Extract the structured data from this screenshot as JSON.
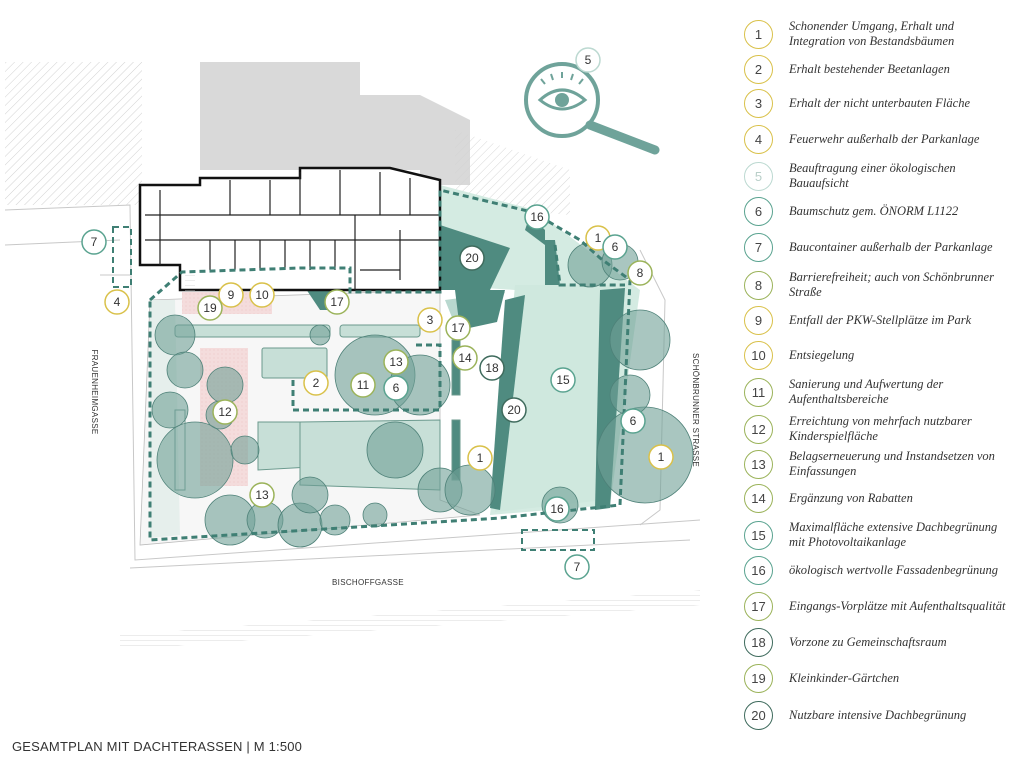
{
  "caption": "GESAMTPLAN MIT DACHTERASSEN | M 1:500",
  "streets": {
    "west": "FRAUENHEIMGASSE",
    "south": "BISCHOFFGASSE",
    "east": "SCHÖNBRUNNER STRASSE"
  },
  "legend": [
    {
      "num": "1",
      "text": "Schonender Umgang, Erhalt und Integration von Bestandsbäumen",
      "style": "gold"
    },
    {
      "num": "2",
      "text": "Erhalt bestehender Beetanlagen",
      "style": "gold"
    },
    {
      "num": "3",
      "text": "Erhalt der nicht unterbauten Fläche",
      "style": "gold"
    },
    {
      "num": "4",
      "text": "Feuerwehr außerhalb der Parkanlage",
      "style": "gold"
    },
    {
      "num": "5",
      "text": "Beauftragung einer ökologischen Bauaufsicht",
      "style": "pale"
    },
    {
      "num": "6",
      "text": "Baumschutz gem. ÖNORM L1122",
      "style": "teal"
    },
    {
      "num": "7",
      "text": "Baucontainer außerhalb der Parkanlage",
      "style": "teal"
    },
    {
      "num": "8",
      "text": "Barrierefreiheit; auch von Schönbrunner Straße",
      "style": "olive"
    },
    {
      "num": "9",
      "text": "Entfall der PKW-Stellplätze im Park",
      "style": "gold"
    },
    {
      "num": "10",
      "text": "Entsiegelung",
      "style": "gold"
    },
    {
      "num": "11",
      "text": "Sanierung und Aufwertung der Aufenthaltsbereiche",
      "style": "olive"
    },
    {
      "num": "12",
      "text": "Erreichtung von mehrfach nutzbarer Kinderspielfläche",
      "style": "olive"
    },
    {
      "num": "13",
      "text": "Belagserneuerung und Instandsetzen von Einfassungen",
      "style": "olive"
    },
    {
      "num": "14",
      "text": "Ergänzung von Rabatten",
      "style": "olive"
    },
    {
      "num": "15",
      "text": "Maximalfläche extensive Dachbegrünung mit Photovoltaikanlage",
      "style": "teal"
    },
    {
      "num": "16",
      "text": "ökologisch wertvolle Fassadenbegrünung",
      "style": "teal"
    },
    {
      "num": "17",
      "text": "Eingangs-Vorplätze mit Aufenthaltsqualität",
      "style": "olive"
    },
    {
      "num": "18",
      "text": "Vorzone zu Gemeinschaftsraum",
      "style": "dark"
    },
    {
      "num": "19",
      "text": "Kleinkinder-Gärtchen",
      "style": "olive"
    },
    {
      "num": "20",
      "text": "Nutzbare intensive Dachbegrünung",
      "style": "dark"
    }
  ],
  "markers": [
    {
      "num": "5",
      "style": "pale"
    },
    {
      "num": "16",
      "style": "teal"
    },
    {
      "num": "1",
      "style": "gold"
    },
    {
      "num": "6",
      "style": "teal"
    },
    {
      "num": "8",
      "style": "olive"
    },
    {
      "num": "7",
      "style": "teal"
    },
    {
      "num": "4",
      "style": "gold"
    },
    {
      "num": "20",
      "style": "dark"
    },
    {
      "num": "9",
      "style": "gold"
    },
    {
      "num": "10",
      "style": "gold"
    },
    {
      "num": "19",
      "style": "olive"
    },
    {
      "num": "17",
      "style": "olive"
    },
    {
      "num": "3",
      "style": "gold"
    },
    {
      "num": "17",
      "style": "olive"
    },
    {
      "num": "13",
      "style": "olive"
    },
    {
      "num": "14",
      "style": "olive"
    },
    {
      "num": "18",
      "style": "dark"
    },
    {
      "num": "2",
      "style": "gold"
    },
    {
      "num": "11",
      "style": "olive"
    },
    {
      "num": "6",
      "style": "teal"
    },
    {
      "num": "15",
      "style": "teal"
    },
    {
      "num": "12",
      "style": "olive"
    },
    {
      "num": "20",
      "style": "dark"
    },
    {
      "num": "6",
      "style": "teal"
    },
    {
      "num": "1",
      "style": "gold"
    },
    {
      "num": "1",
      "style": "gold"
    },
    {
      "num": "13",
      "style": "olive"
    },
    {
      "num": "16",
      "style": "teal"
    },
    {
      "num": "7",
      "style": "teal"
    }
  ],
  "colors": {
    "teal_dark": "#3f7f74",
    "teal_tree": "#5f9c8f",
    "roof_green": "#d6ece4",
    "play_pink": "#f2d9d9",
    "building_grey": "#e4e4e4",
    "marker_gold": "#d9c14a",
    "marker_teal": "#5aa390",
    "marker_olive": "#9bb35a"
  }
}
